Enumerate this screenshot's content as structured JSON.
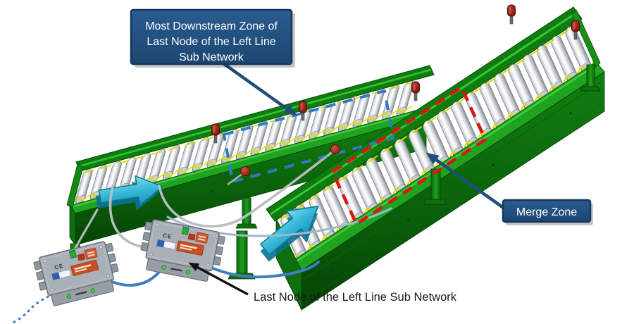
{
  "callouts": {
    "downstream_zone": {
      "line1": "Most Downstream Zone of",
      "line2": "Last Node of the Left Line",
      "line3": "Sub Network"
    },
    "merge_zone": {
      "label": "Merge Zone"
    }
  },
  "annotations": {
    "last_node": "Last Node of the Left Line Sub Network"
  },
  "devices": {
    "ce_mark": "CE"
  },
  "colors": {
    "callout_fill": "#1E4D7B",
    "callout_border": "#16375C",
    "callout_text": "#FFFFFF",
    "connector_arrow_navy": "#1F4E79",
    "annotation_arrow_black": "#111111",
    "conveyor_frame_green": "#1FA41F",
    "conveyor_face_dark_green": "#0A5F0A",
    "roller_white": "#F4F6F7",
    "drive_belt_yellow": "#DEDE00",
    "flow_arrow_cyan": "#2FB4D8",
    "left_zone_dashed_blue": "#2F7AC0",
    "merge_zone_dashed_red": "#E01212",
    "sensor_red": "#8B1A12",
    "device_gray": "#A8ADB5",
    "cable_blue": "#3F7EC2",
    "cable_gray": "#B9BDC2"
  }
}
